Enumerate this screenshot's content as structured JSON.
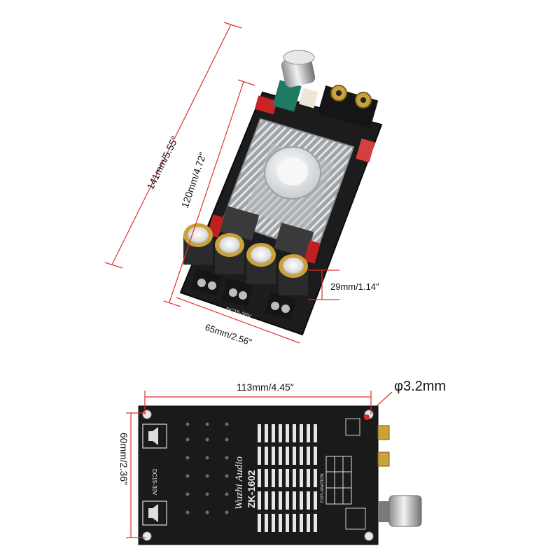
{
  "colors": {
    "dimension_line": "#e0302a",
    "pcb": "#1a1a1a",
    "heatsink": "#bfc3c7",
    "capacitor": "#2b2b2b",
    "gold": "#c9a23a"
  },
  "top_view": {
    "dimensions": {
      "length_total": "141mm/5.55″",
      "length_board": "120mm/4.72″",
      "height_component": "29mm/1.14″",
      "width": "65mm/2.56″"
    },
    "silkscreen": {
      "input_label": "DC15-30V"
    }
  },
  "bottom_view": {
    "dimensions": {
      "length": "113mm/4.45″",
      "width": "60mm/2.36″",
      "hole_diameter": "φ3.2mm"
    },
    "silkscreen": {
      "brand": "Wuzhi Audio",
      "model": "ZK-1602",
      "input_label": "DC15-30V",
      "explanation": "EXPLANATION"
    }
  }
}
